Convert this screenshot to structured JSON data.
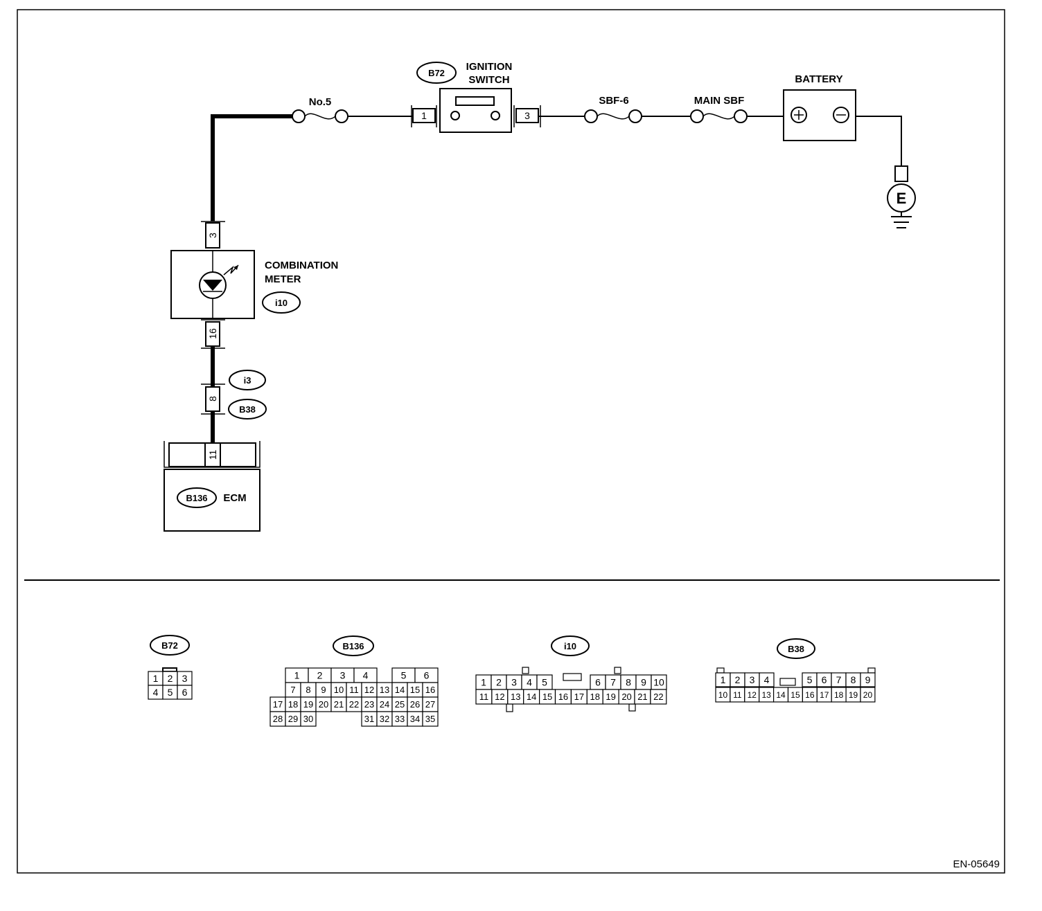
{
  "diagram": {
    "fuse_no5": "No.5",
    "ignition_switch": {
      "ref": "B72",
      "label_line1": "IGNITION",
      "label_line2": "SWITCH",
      "pin_left": "1",
      "pin_right": "3"
    },
    "fuse_sbf6": "SBF-6",
    "fuse_main_sbf": "MAIN SBF",
    "battery": {
      "label": "BATTERY",
      "plus": "+",
      "minus": "−"
    },
    "ground": "E",
    "combination_meter": {
      "ref": "i10",
      "label_line1": "COMBINATION",
      "label_line2": "METER",
      "pin_top": "3",
      "pin_bottom": "16"
    },
    "junction": {
      "ref_upper": "i3",
      "ref_lower": "B38",
      "pin": "8"
    },
    "ecm": {
      "ref": "B136",
      "label": "ECM",
      "pin": "11"
    },
    "drawing_number": "EN-05649"
  },
  "connectors": {
    "b72": {
      "ref": "B72",
      "rows": [
        [
          "1",
          "2",
          "3"
        ],
        [
          "4",
          "5",
          "6"
        ]
      ]
    },
    "b136": {
      "ref": "B136",
      "row1": [
        "1",
        "2",
        "3",
        "4",
        "",
        "5",
        "6"
      ],
      "row2": [
        "7",
        "8",
        "9",
        "10",
        "11",
        "12",
        "13",
        "14",
        "15",
        "16"
      ],
      "row3": [
        "17",
        "18",
        "19",
        "20",
        "21",
        "22",
        "23",
        "24",
        "25",
        "26",
        "27"
      ],
      "row4_left": [
        "28",
        "29",
        "30"
      ],
      "row4_right": [
        "31",
        "32",
        "33",
        "34",
        "35"
      ]
    },
    "i10": {
      "ref": "i10",
      "row1_left": [
        "1",
        "2",
        "3",
        "4",
        "5"
      ],
      "row1_right": [
        "6",
        "7",
        "8",
        "9",
        "10"
      ],
      "row2": [
        "11",
        "12",
        "13",
        "14",
        "15",
        "16",
        "17",
        "18",
        "19",
        "20",
        "21",
        "22"
      ]
    },
    "b38": {
      "ref": "B38",
      "row1_left": [
        "1",
        "2",
        "3",
        "4"
      ],
      "row1_right": [
        "5",
        "6",
        "7",
        "8",
        "9"
      ],
      "row2": [
        "10",
        "11",
        "12",
        "13",
        "14",
        "15",
        "16",
        "17",
        "18",
        "19",
        "20"
      ]
    }
  }
}
